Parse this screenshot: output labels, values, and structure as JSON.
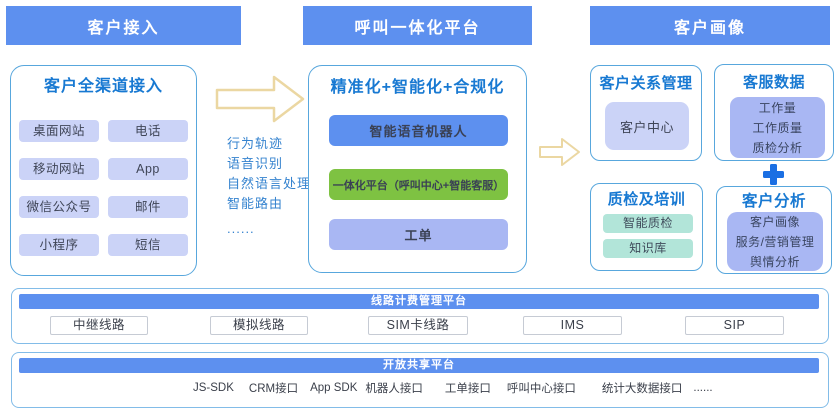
{
  "headers": [
    {
      "label": "客户接入"
    },
    {
      "label": "呼叫一体化平台"
    },
    {
      "label": "客户画像"
    }
  ],
  "access_panel": {
    "title": "客户全渠道接入",
    "items": [
      "桌面网站",
      "电话",
      "移动网站",
      "App",
      "微信公众号",
      "邮件",
      "小程序",
      "短信"
    ]
  },
  "flow_labels": {
    "items": [
      "行为轨迹",
      "语音识别",
      "自然语言处理",
      "智能路由",
      "......"
    ]
  },
  "platform_panel": {
    "title": "精准化+智能化+合规化",
    "items": [
      {
        "label": "智能语音机器人",
        "color": "#5D90EF"
      },
      {
        "label": "一体化平台（呼叫中心+智能客服）",
        "color": "#7EC242"
      },
      {
        "label": "工单",
        "color": "#A9B7F3"
      }
    ]
  },
  "crm_panel": {
    "title": "客户关系管理",
    "items": [
      "客户中心"
    ]
  },
  "service_data_panel": {
    "title": "客服数据",
    "items": [
      "工作量",
      "工作质量",
      "质检分析"
    ]
  },
  "qc_panel": {
    "title": "质检及培训",
    "items": [
      "智能质检",
      "知识库"
    ]
  },
  "analysis_panel": {
    "title": "客户分析",
    "items": [
      "客户画像",
      "服务/营销管理",
      "舆情分析"
    ]
  },
  "billing_band": {
    "title": "线路计费管理平台",
    "items": [
      "中继线路",
      "模拟线路",
      "SIM卡线路",
      "IMS",
      "SIP"
    ]
  },
  "open_band": {
    "title": "开放共享平台",
    "items": [
      "JS-SDK",
      "CRM接口",
      "App SDK",
      "机器人接口",
      "工单接口",
      "呼叫中心接口",
      "统计大数据接口",
      "......"
    ]
  },
  "colors": {
    "header_blue": "#5D90EF",
    "title_blue": "#1879D2",
    "panel_border": "#58A7DD",
    "lavender": "#CBD3F7",
    "periwinkle": "#A9B7F3",
    "green": "#7EC242",
    "teal": "#B2E5D9",
    "arrow_outline": "#EBD7A2",
    "plus_blue": "#1B6FE3",
    "dark_text": "#3F4557"
  }
}
